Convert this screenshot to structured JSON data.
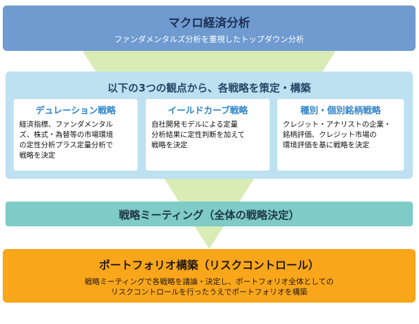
{
  "colors": {
    "macro_box": "#6f9bd1",
    "perspective_box": "#bde1f1",
    "meeting_box": "#7ecbc7",
    "portfolio_box": "#f9a61b",
    "funnel": "#d9ecb6",
    "card_title": "#2f83c9"
  },
  "macro": {
    "title": "マクロ経済分析",
    "subtitle": "ファンダメンタルズ分析を重視したトップダウン分析"
  },
  "perspective": {
    "title": "以下の3つの観点から、各戦略を策定・構築",
    "cards": [
      {
        "title": "デュレーション戦略",
        "body": "経済指標、ファンダメンタル\nズ、株式・為替等の市場環境\nの定性分析プラス定量分析で\n戦略を決定"
      },
      {
        "title": "イールドカーブ戦略",
        "body": "自社開発モデルによる定量\n分析結果に定性判断を加えて\n戦略を決定"
      },
      {
        "title": "種別・個別銘柄戦略",
        "body": "クレジット・アナリストの企業・\n銘柄評価、クレジット市場の\n環境評価を基に戦略を決定"
      }
    ]
  },
  "meeting": {
    "title": "戦略ミーティング（全体の戦略決定）"
  },
  "portfolio": {
    "title": "ポートフォリオ構築（リスクコントロール）",
    "subtitle": "戦略ミーティングで各戦略を議論・決定し、ポートフォリオ全体としての\nリスクコントロールを行ったうえでポートフォリオを構築"
  }
}
